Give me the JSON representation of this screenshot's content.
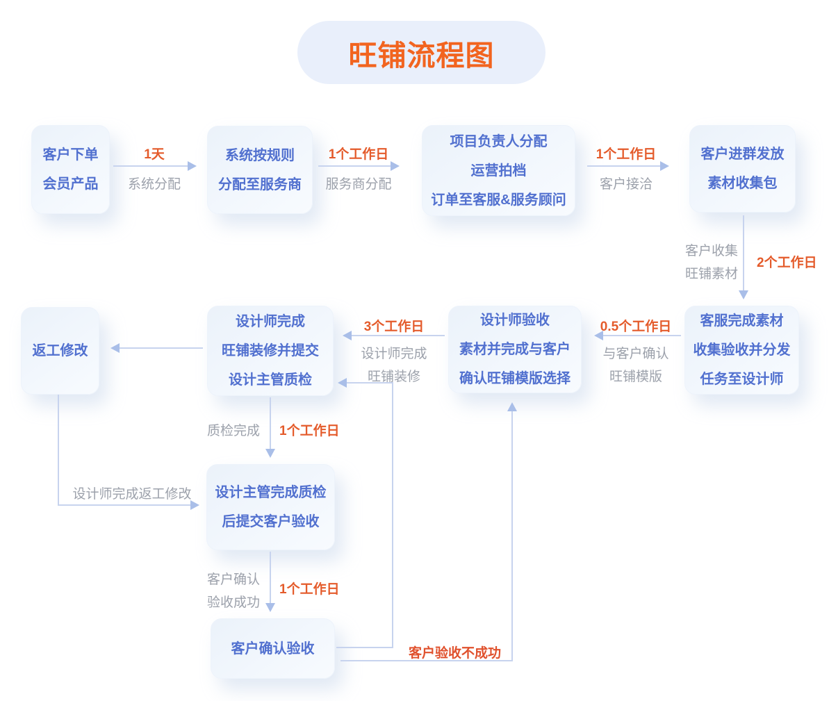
{
  "title": "旺铺流程图",
  "colors": {
    "title_orange": "#f2641f",
    "duration_orange": "#e45b2b",
    "fail_label_orange": "#e0512d",
    "node_text_blue": "#5170cf",
    "desc_gray": "#9ca1ab",
    "connector_blue": "#c7d3ee",
    "node_fill": "#f0f5fc",
    "title_pill_bg": "#e9effb"
  },
  "nodes": [
    {
      "id": "customer-order",
      "lines": [
        "客户下单",
        "会员产品"
      ]
    },
    {
      "id": "system-assign",
      "lines": [
        "系统按规则",
        "分配至服务商"
      ]
    },
    {
      "id": "pm-assign",
      "lines": [
        "项目负责人分配",
        "运营拍档",
        "订单至客服&服务顾问"
      ]
    },
    {
      "id": "customer-group",
      "lines": [
        "客户进群发放",
        "素材收集包"
      ]
    },
    {
      "id": "cs-collect",
      "lines": [
        "客服完成素材",
        "收集验收并分发",
        "任务至设计师"
      ]
    },
    {
      "id": "designer-accept",
      "lines": [
        "设计师验收",
        "素材并完成与客户",
        "确认旺铺模版选择"
      ]
    },
    {
      "id": "designer-submit",
      "lines": [
        "设计师完成",
        "旺铺装修并提交",
        "设计主管质检"
      ]
    },
    {
      "id": "rework",
      "lines": [
        "返工修改"
      ]
    },
    {
      "id": "lead-qc",
      "lines": [
        "设计主管完成质检",
        "后提交客户验收"
      ]
    },
    {
      "id": "customer-confirm",
      "lines": [
        "客户确认验收"
      ]
    }
  ],
  "edges": {
    "e1": {
      "duration": "1天",
      "desc": "系统分配"
    },
    "e2": {
      "duration": "1个工作日",
      "desc": "服务商分配"
    },
    "e3": {
      "duration": "1个工作日",
      "desc": "客户接洽"
    },
    "e4": {
      "duration": "2个工作日",
      "desc1": "客户收集",
      "desc2": "旺铺素材"
    },
    "e5": {
      "duration": "0.5个工作日",
      "desc1": "与客户确认",
      "desc2": "旺铺模版"
    },
    "e6": {
      "duration": "3个工作日",
      "desc1": "设计师完成",
      "desc2": "旺铺装修"
    },
    "e7": {
      "duration": "1个工作日",
      "desc": "质检完成"
    },
    "e8": {
      "duration": "1个工作日",
      "desc1": "客户确认",
      "desc2": "验收成功"
    },
    "e9": {
      "desc": "设计师完成返工修改"
    },
    "e10": {
      "desc": "客户验收不成功"
    }
  }
}
